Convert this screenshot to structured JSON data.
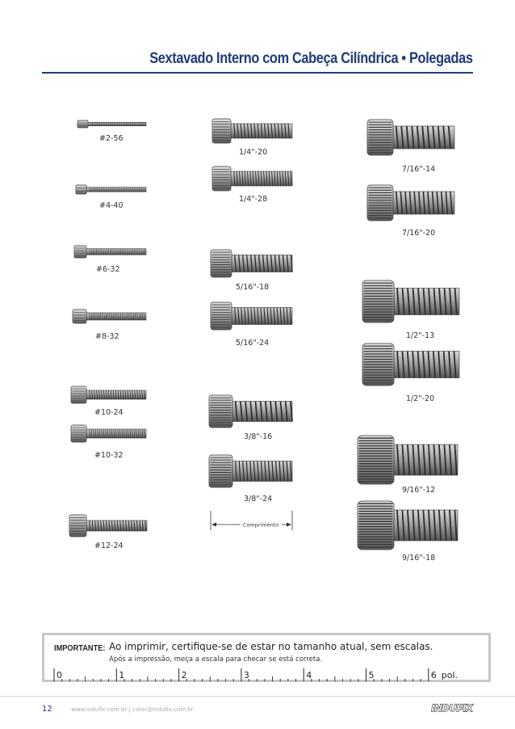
{
  "header": {
    "title": "Sextavado Interno com Cabeça Cilíndrica • Polegadas"
  },
  "screws": [
    {
      "label": "#2-56",
      "size": "#2",
      "tpi": "56"
    },
    {
      "label": "#4-40",
      "size": "#4",
      "tpi": "40"
    },
    {
      "label": "#6-32",
      "size": "#6",
      "tpi": "32"
    },
    {
      "label": "#8-32",
      "size": "#8",
      "tpi": "32"
    },
    {
      "label": "#10-24",
      "size": "#10",
      "tpi": "24"
    },
    {
      "label": "#10-32",
      "size": "#10",
      "tpi": "32"
    },
    {
      "label": "#12-24",
      "size": "#12",
      "tpi": "24"
    },
    {
      "label": "1/4\"-20",
      "size": "1/4\"",
      "tpi": "20"
    },
    {
      "label": "1/4\"-28",
      "size": "1/4\"",
      "tpi": "28"
    },
    {
      "label": "5/16\"-18",
      "size": "5/16\"",
      "tpi": "18"
    },
    {
      "label": "5/16\"-24",
      "size": "5/16\"",
      "tpi": "24"
    },
    {
      "label": "3/8\"-16",
      "size": "3/8\"",
      "tpi": "16"
    },
    {
      "label": "3/8\"-24",
      "size": "3/8\"",
      "tpi": "24"
    },
    {
      "label": "7/16\"-14",
      "size": "7/16\"",
      "tpi": "14"
    },
    {
      "label": "7/16\"-20",
      "size": "7/16\"",
      "tpi": "20"
    },
    {
      "label": "1/2\"-13",
      "size": "1/2\"",
      "tpi": "13"
    },
    {
      "label": "1/2\"-20",
      "size": "1/2\"",
      "tpi": "20"
    },
    {
      "label": "9/16\"-12",
      "size": "9/16\"",
      "tpi": "12"
    },
    {
      "label": "9/16\"-18",
      "size": "9/16\"",
      "tpi": "18"
    }
  ],
  "dimension": {
    "label": "Comprimento"
  },
  "notice": {
    "title": "IMPORTANTE:",
    "main": "Ao imprimir, certifique-se de estar no tamanho atual, sem escalas.",
    "sub": "Após a impressão, meça a escala para checar se está correta."
  },
  "ruler": {
    "marks": [
      "0",
      "1",
      "2",
      "3",
      "4",
      "5",
      "6"
    ],
    "unit": "pol."
  },
  "footer": {
    "page_number": "12",
    "links": "www.indufix.com.br | cotar@indufix.com.br",
    "brand": "INDUFIX"
  },
  "colors": {
    "accent": "#1f3b7a",
    "screw_body": "#9a9a9a",
    "screw_dark": "#444444"
  }
}
